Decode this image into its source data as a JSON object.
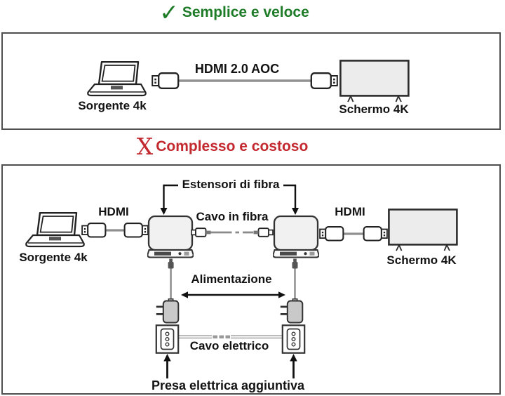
{
  "colors": {
    "title_green": "#1e7c28",
    "title_red": "#c3282e",
    "outline": "#222222",
    "cable_gray": "#909090",
    "panel_border": "#4f4f4f",
    "screen_fill": "#ececec"
  },
  "simple_section": {
    "icon": "✓",
    "title": "Semplice e veloce",
    "labels": {
      "source": "Sorgente 4k",
      "cable": "HDMI 2.0 AOC",
      "screen": "Schermo 4K"
    }
  },
  "complex_section": {
    "icon": "X",
    "title": "Complesso e costoso",
    "labels": {
      "extenders": "Estensori di fibra",
      "hdmi_left": "HDMI",
      "fiber_cable": "Cavo in fibra",
      "hdmi_right": "HDMI",
      "source": "Sorgente 4k",
      "screen": "Schermo 4K",
      "power": "Alimentazione",
      "electric_cable": "Cavo elettrico",
      "extra_outlet": "Presa elettrica aggiuntiva"
    }
  }
}
